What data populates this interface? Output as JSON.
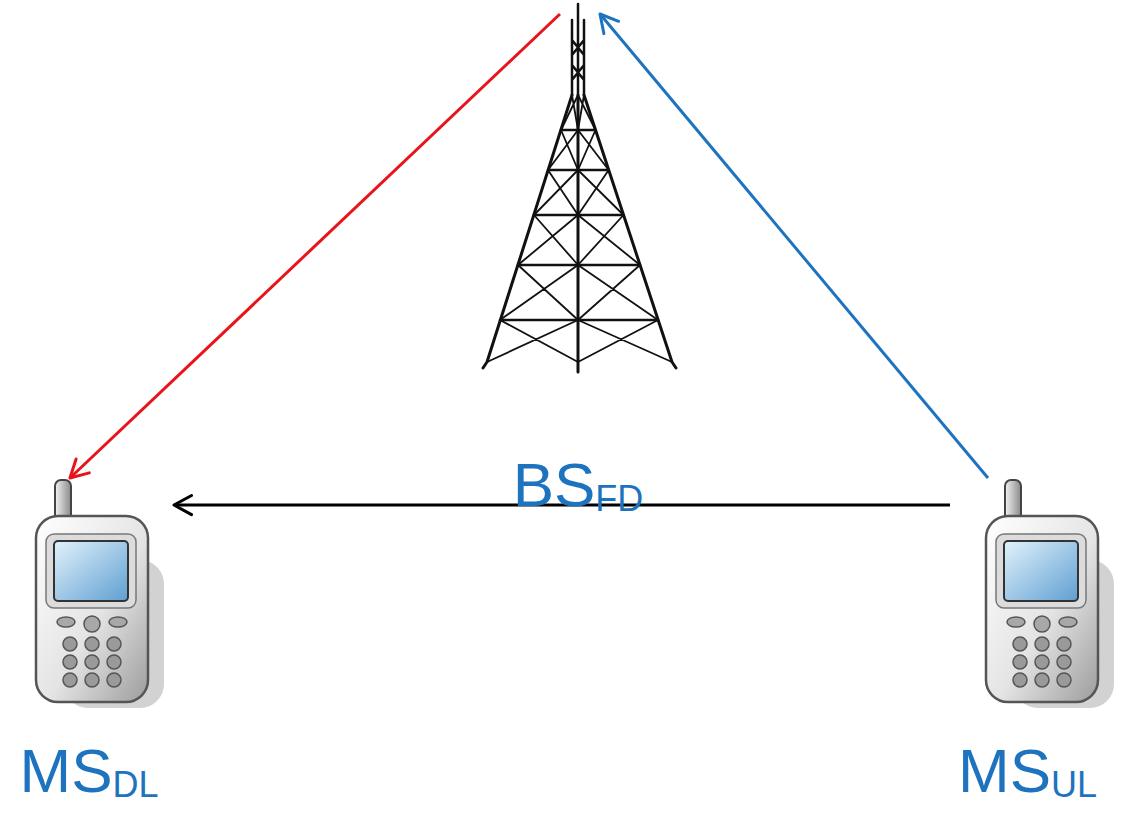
{
  "diagram": {
    "nodes": [
      {
        "text": [
          "BS",
          "FD"
        ]
      },
      {
        "text": [
          "MS",
          "DL"
        ]
      },
      {
        "text": [
          "MS",
          "UL"
        ]
      }
    ],
    "edges": [
      {
        "from": 0,
        "to": 1,
        "arrow": "to"
      },
      {
        "from": 2,
        "to": 0,
        "arrow": "to"
      },
      {
        "from": 2,
        "to": 1,
        "arrow": "to"
      }
    ]
  }
}
